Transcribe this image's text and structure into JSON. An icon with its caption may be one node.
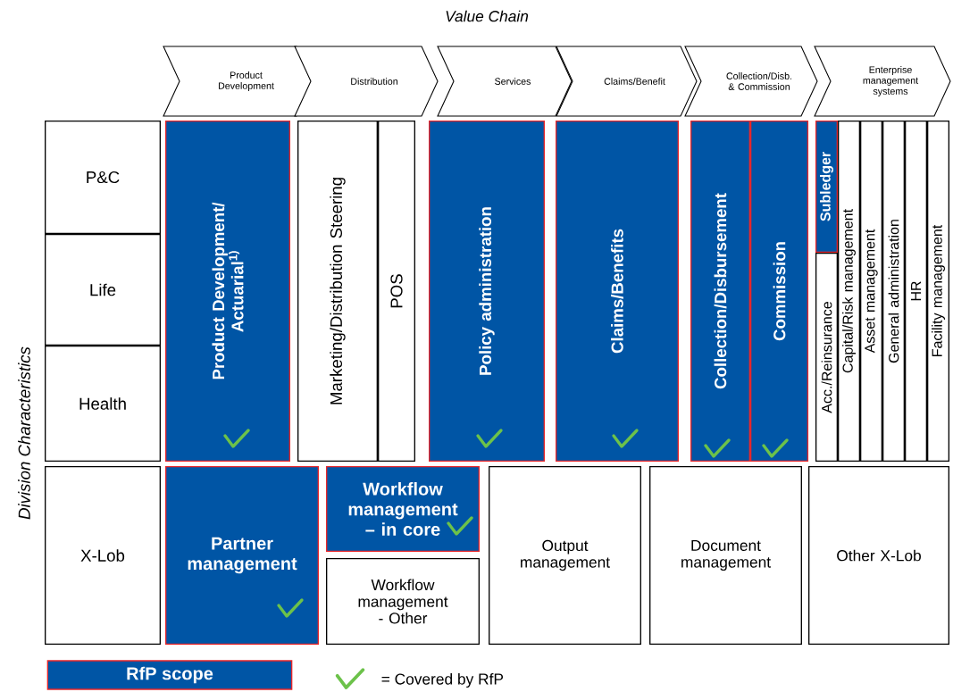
{
  "diagram": {
    "title": "Value Chain",
    "nodes": [
      {
        "text": [
          "Product Development"
        ]
      },
      {
        "text": [
          "Distribution"
        ]
      },
      {
        "text": [
          "Services"
        ]
      },
      {
        "text": [
          "Claims/Benefit"
        ]
      },
      {
        "text": [
          "Collection/Disb. & Commission"
        ]
      },
      {
        "text": [
          "Enterprise management systems"
        ]
      },
      {
        "text": [
          "P&C"
        ]
      },
      {
        "text": [
          "Life"
        ]
      },
      {
        "text": [
          "Health"
        ]
      },
      {
        "text": [
          "X-Lob"
        ]
      },
      {
        "text": [
          "Product Development/ Actuarial$^{1)}$"
        ]
      },
      {
        "text": [
          "Marketing/Distribution Steering"
        ]
      },
      {
        "text": [
          "POS"
        ]
      },
      {
        "text": [
          "Policy administration"
        ]
      },
      {
        "text": [
          "Claims/Benefits"
        ]
      },
      {
        "text": [
          "Collection/Disbursement"
        ]
      },
      {
        "text": [
          "Commission"
        ]
      },
      {
        "text": [
          "Subledger"
        ]
      },
      {
        "text": [
          "Acc./Reinsurance"
        ]
      },
      {
        "text": [
          "Capital/Risk management"
        ]
      },
      {
        "text": [
          "Asset management"
        ]
      },
      {
        "text": [
          "General administration"
        ]
      },
      {
        "text": [
          "HR"
        ]
      },
      {
        "text": [
          "Facility management"
        ]
      },
      {
        "text": [
          "Partner management"
        ]
      },
      {
        "text": [
          "Workflow management – in core"
        ]
      },
      {
        "text": [
          "Workflow management - Other"
        ]
      },
      {
        "text": [
          "Output management"
        ]
      },
      {
        "text": [
          "Document management"
        ]
      },
      {
        "text": [
          "Other X-Lob"
        ]
      }
    ],
    "labels": [
      "Division Characteristics"
    ],
    "legend": [
      {
        "text": "RfP scope",
        "color": "#0055a5"
      },
      {
        "text": "= Covered by RfP"
      }
    ]
  }
}
